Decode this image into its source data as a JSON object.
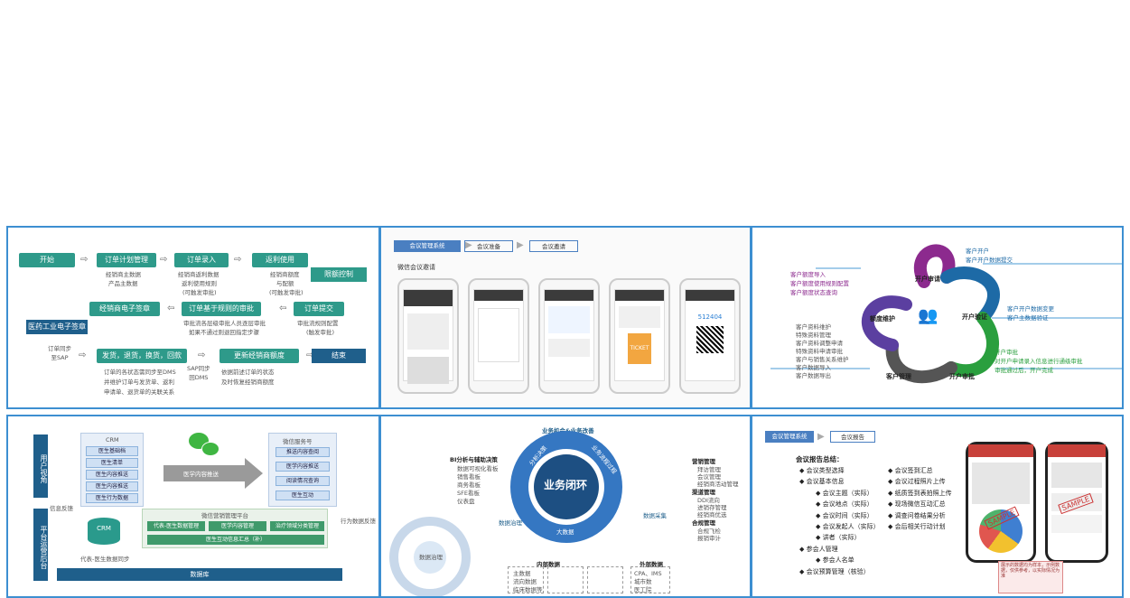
{
  "p1": {
    "start": "开始",
    "order_plan": "订单计划管理",
    "order_plan_notes": [
      "经销商主数据",
      "产品主数据"
    ],
    "order_entry": "订单录入",
    "order_entry_notes": [
      "经销商返利数据",
      "返利使用规则",
      "(可触发审批)"
    ],
    "rebate_use": "返利使用",
    "rebate_notes": [
      "经销商额度",
      "与配额",
      "(可触发审批)"
    ],
    "quota_ctrl": "限额控制",
    "order_submit": "订单提交",
    "order_submit_notes": [
      "审批流规则配置",
      "(触发审批)"
    ],
    "rule_approval": "订单基于规则的审批",
    "rule_approval_notes": [
      "审批流各层级审批人员逐层审批",
      "如果不通过则退回指定步骤"
    ],
    "dealer_sign": "经销商电子签章",
    "pharma_sign": "医药工业电子签章",
    "sap_sync": "订单同步\n至SAP",
    "ship": "发货，退货，换货，回款",
    "ship_notes": [
      "订单的各状态需同步至DMS",
      "并维护订单与发货单、返利",
      "申请单、退货单的关联关系"
    ],
    "sap_dms": "SAP同步\n回DMS",
    "update_quota": "更新经销商额度",
    "update_notes": [
      "依据前述订单的状态",
      "及时恢复经销商额度"
    ],
    "end": "结束"
  },
  "p2": {
    "system": "会议管理系统",
    "step1": "会议准备",
    "step2": "会议邀请",
    "caption": "微信会议邀请",
    "code": "512404",
    "ticket": "TICKET"
  },
  "p3": {
    "center_labels": [
      "开户审请",
      "开户验证",
      "开户审批",
      "客户管理",
      "额度维护"
    ],
    "right_top": [
      "客户开户",
      "客户开户数据提交"
    ],
    "right_mid": [
      "客户开户数据变更",
      "客户主数据验证"
    ],
    "right_bot": [
      "开户审批",
      "对开户申请录入信息进行通级审批",
      "审批通过后，开户完成"
    ],
    "left_top": [
      "客户额度导入",
      "客户额度使用规则配置",
      "客户额度状态查询"
    ],
    "left_bot": [
      "客户资料维护",
      "特殊资料管理",
      "客户资料调整申请",
      "特殊资料申请审批",
      "客户与销售关系维护",
      "客户数据导入",
      "客户数据导出"
    ]
  },
  "p4": {
    "user_view": "用户视角",
    "platform": "平台运营后台",
    "crm_title": "CRM",
    "crm_items": [
      "医生基础档",
      "医生清单",
      "医生内容推送",
      "医生内容推送",
      "医生行为数据"
    ],
    "wechat_title": "微信服务号",
    "wechat_items": [
      "推送内容查阅",
      "医学内容推送",
      "阅读情况查询",
      "医生互动"
    ],
    "arrow_label": "医学内容推送",
    "feedback_left": "信息反馈",
    "feedback_right": "行为数据反馈",
    "platform_title": "微信营销管理平台",
    "platform_items": [
      "代表-医生数据管理",
      "医学内容管理",
      "治疗领域分类管理"
    ],
    "platform_bottom": "医生互动信息汇总（补）",
    "crm_db": "CRM",
    "sync_label": "代表-医生数据同步",
    "db": "数据库"
  },
  "p5": {
    "top_label": "业务机会&业务改善",
    "center": "业务闭环",
    "ring_labels": [
      "分析决策",
      "业务流程过程",
      "大数据"
    ],
    "left_title": "BI分析与辅助决策",
    "left_items": [
      "数据可视化看板",
      "销售看板",
      "商务看板",
      "SFE看板",
      "仪表盘"
    ],
    "right_groups": [
      {
        "title": "营销管理",
        "items": [
          "拜访管理",
          "会议管理",
          "经销商活动管理"
        ]
      },
      {
        "title": "渠道管理",
        "items": [
          "DDI流向",
          "进销存管理",
          "经销商优选"
        ]
      },
      {
        "title": "合规管理",
        "items": [
          "合规飞检",
          "报销审计"
        ]
      }
    ],
    "data_gov": "数据治理",
    "data_collect": "数据采集",
    "inner_data": "内部数据",
    "inner_items": [
      "主数据",
      "流向数据",
      "临床数据等"
    ],
    "outer_data": "外部数据",
    "outer_items": [
      "CPA、IMS",
      "城市数",
      "医工院"
    ],
    "bi_center": "数据治理"
  },
  "p6": {
    "system": "会议管理系统",
    "step": "会议报告",
    "summary_title": "会议报告总结：",
    "left_items": [
      {
        "text": "会议类型选择",
        "lvl": 1
      },
      {
        "text": "会议基本信息",
        "lvl": 1
      },
      {
        "text": "会议主题（实际）",
        "lvl": 2
      },
      {
        "text": "会议地点（实际）",
        "lvl": 2
      },
      {
        "text": "会议时间（实际）",
        "lvl": 2
      },
      {
        "text": "会议发起人（实际）",
        "lvl": 2
      },
      {
        "text": "讲者（实际）",
        "lvl": 2
      },
      {
        "text": "参会人管理",
        "lvl": 1
      },
      {
        "text": "参会人名单",
        "lvl": 2
      },
      {
        "text": "会议预算管理（核验）",
        "lvl": 1
      }
    ],
    "right_items": [
      "会议签到汇总",
      "会议过程照片上传",
      "纸质签到表拍照上传",
      "现场微信互动汇总",
      "调查问卷结果分析",
      "会后相关行动计划"
    ],
    "sample": "SAMPLE",
    "note": "展示的数据均为样本，示例数据，仅供参考，以实际情况为准"
  }
}
